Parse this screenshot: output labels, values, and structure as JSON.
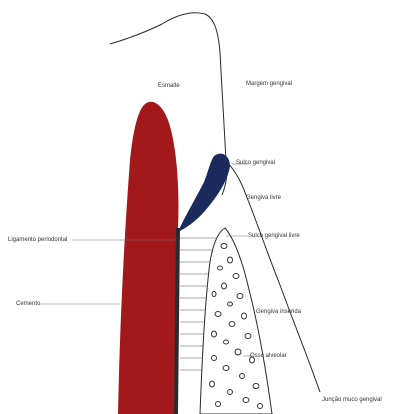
{
  "colors": {
    "tooth": "#a3191b",
    "epithelium": "#1b2a5c",
    "line": "#2a2a2a",
    "bone_fill": "#ffffff"
  },
  "labels": {
    "esmalte": "Esmalte",
    "margem_gengival": "Margem gengival",
    "sulco_gengival": "Sulco gengival",
    "gengiva_livre": "Gengiva livre",
    "ligamento_periodontal": "Ligamento periodontal",
    "sulco_gengival_livre": "Sulco gengival livre",
    "cemento": "Cemento",
    "gengiva_inserida": "Gengiva inserida",
    "osso_alveolar": "Osso alveolar",
    "juncao_mucogengival": "Junção muco gengival"
  }
}
